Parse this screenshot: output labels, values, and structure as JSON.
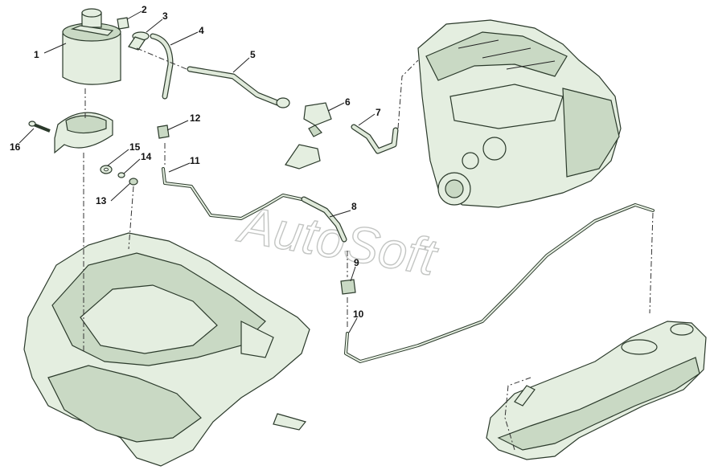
{
  "diagram": {
    "watermark": "AutoSoft",
    "callouts": [
      {
        "id": "1",
        "label": "1"
      },
      {
        "id": "2",
        "label": "2"
      },
      {
        "id": "3",
        "label": "3"
      },
      {
        "id": "4",
        "label": "4"
      },
      {
        "id": "5",
        "label": "5"
      },
      {
        "id": "6",
        "label": "6"
      },
      {
        "id": "7",
        "label": "7"
      },
      {
        "id": "8",
        "label": "8"
      },
      {
        "id": "9",
        "label": "9"
      },
      {
        "id": "10",
        "label": "10"
      },
      {
        "id": "11",
        "label": "11"
      },
      {
        "id": "12",
        "label": "12"
      },
      {
        "id": "13",
        "label": "13"
      },
      {
        "id": "14",
        "label": "14"
      },
      {
        "id": "15",
        "label": "15"
      },
      {
        "id": "16",
        "label": "16"
      }
    ],
    "colors": {
      "part_fill": "#e4eee0",
      "outline": "#2b3a2b",
      "background": "#ffffff"
    }
  }
}
